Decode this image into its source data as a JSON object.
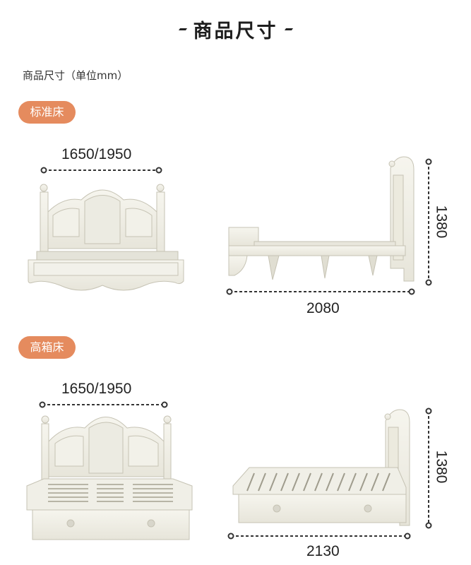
{
  "header": {
    "title": "商品尺寸"
  },
  "subtitle": "商品尺寸（单位mm）",
  "sections": [
    {
      "badge": "标准床",
      "front_width": "1650/1950",
      "side_length": "2080",
      "height": "1380"
    },
    {
      "badge": "高箱床",
      "front_width": "1650/1950",
      "side_length": "2130",
      "height": "1380"
    }
  ],
  "colors": {
    "accent": "#e58b5e",
    "bed": "#efeee6",
    "outline": "#c9c6b8"
  }
}
